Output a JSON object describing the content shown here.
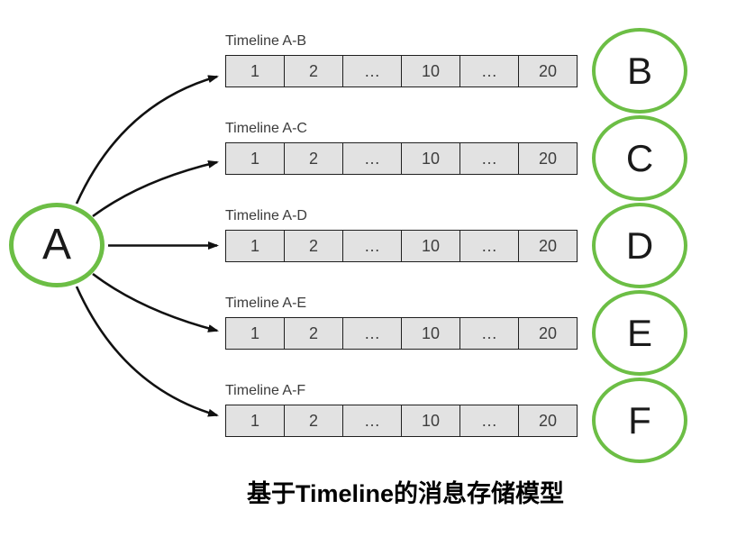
{
  "source_node": {
    "label": "A"
  },
  "timelines": [
    {
      "label": "Timeline A-B",
      "cells": [
        "1",
        "2",
        "…",
        "10",
        "…",
        "20"
      ],
      "target_label": "B"
    },
    {
      "label": "Timeline A-C",
      "cells": [
        "1",
        "2",
        "…",
        "10",
        "…",
        "20"
      ],
      "target_label": "C"
    },
    {
      "label": "Timeline A-D",
      "cells": [
        "1",
        "2",
        "…",
        "10",
        "…",
        "20"
      ],
      "target_label": "D"
    },
    {
      "label": "Timeline A-E",
      "cells": [
        "1",
        "2",
        "…",
        "10",
        "…",
        "20"
      ],
      "target_label": "E"
    },
    {
      "label": "Timeline A-F",
      "cells": [
        "1",
        "2",
        "…",
        "10",
        "…",
        "20"
      ],
      "target_label": "F"
    }
  ],
  "caption": "基于Timeline的消息存储模型",
  "colors": {
    "node_border_green": "#6cbe45",
    "cell_fill_gray": "#e2e2e2",
    "cell_border": "#1f1f1f",
    "arrow_black": "#111111",
    "label_text": "#3b3b3b"
  }
}
